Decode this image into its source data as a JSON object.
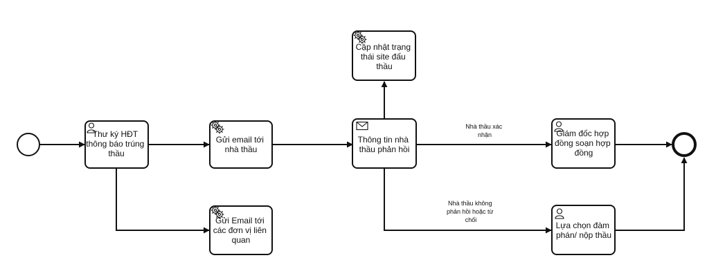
{
  "colors": {
    "stroke": "#111111",
    "background": "#ffffff",
    "task_fill": "#ffffff"
  },
  "events": {
    "start": {
      "type": "start-event"
    },
    "end": {
      "type": "end-event"
    }
  },
  "tasks": {
    "thu_ky": {
      "icon": "user-icon",
      "lines": [
        "Thư ký HĐT",
        "thông báo trúng",
        "thầu"
      ]
    },
    "gui_email_nha_thau": {
      "icon": "gear-icon",
      "lines": [
        "Gửi email tới",
        "nhà thầu"
      ]
    },
    "gui_email_don_vi": {
      "icon": "gear-icon",
      "lines": [
        "Gửi Email tới",
        "các đơn vị liên",
        "quan"
      ]
    },
    "cap_nhat": {
      "icon": "gear-icon",
      "lines": [
        "Cập nhật trạng",
        "thái site đấu",
        "thầu"
      ]
    },
    "thong_tin": {
      "icon": "envelope-icon",
      "lines": [
        "Thông tin nhà",
        "thầu phản hồi"
      ]
    },
    "giam_doc": {
      "icon": "user-icon",
      "lines": [
        "Giám đốc hợp",
        "đồng soạn hợp",
        "đồng"
      ]
    },
    "lua_chon": {
      "icon": "user-icon",
      "lines": [
        "Lựa chọn đàm",
        "phán/ nộp thầu"
      ]
    }
  },
  "flows": {
    "xac_nhan": {
      "lines": [
        "Nhà thầu xác",
        "nhận"
      ]
    },
    "khong_phan_hoi": {
      "lines": [
        "Nhà thầu không",
        "phản hồi hoặc từ",
        "chối"
      ]
    }
  }
}
